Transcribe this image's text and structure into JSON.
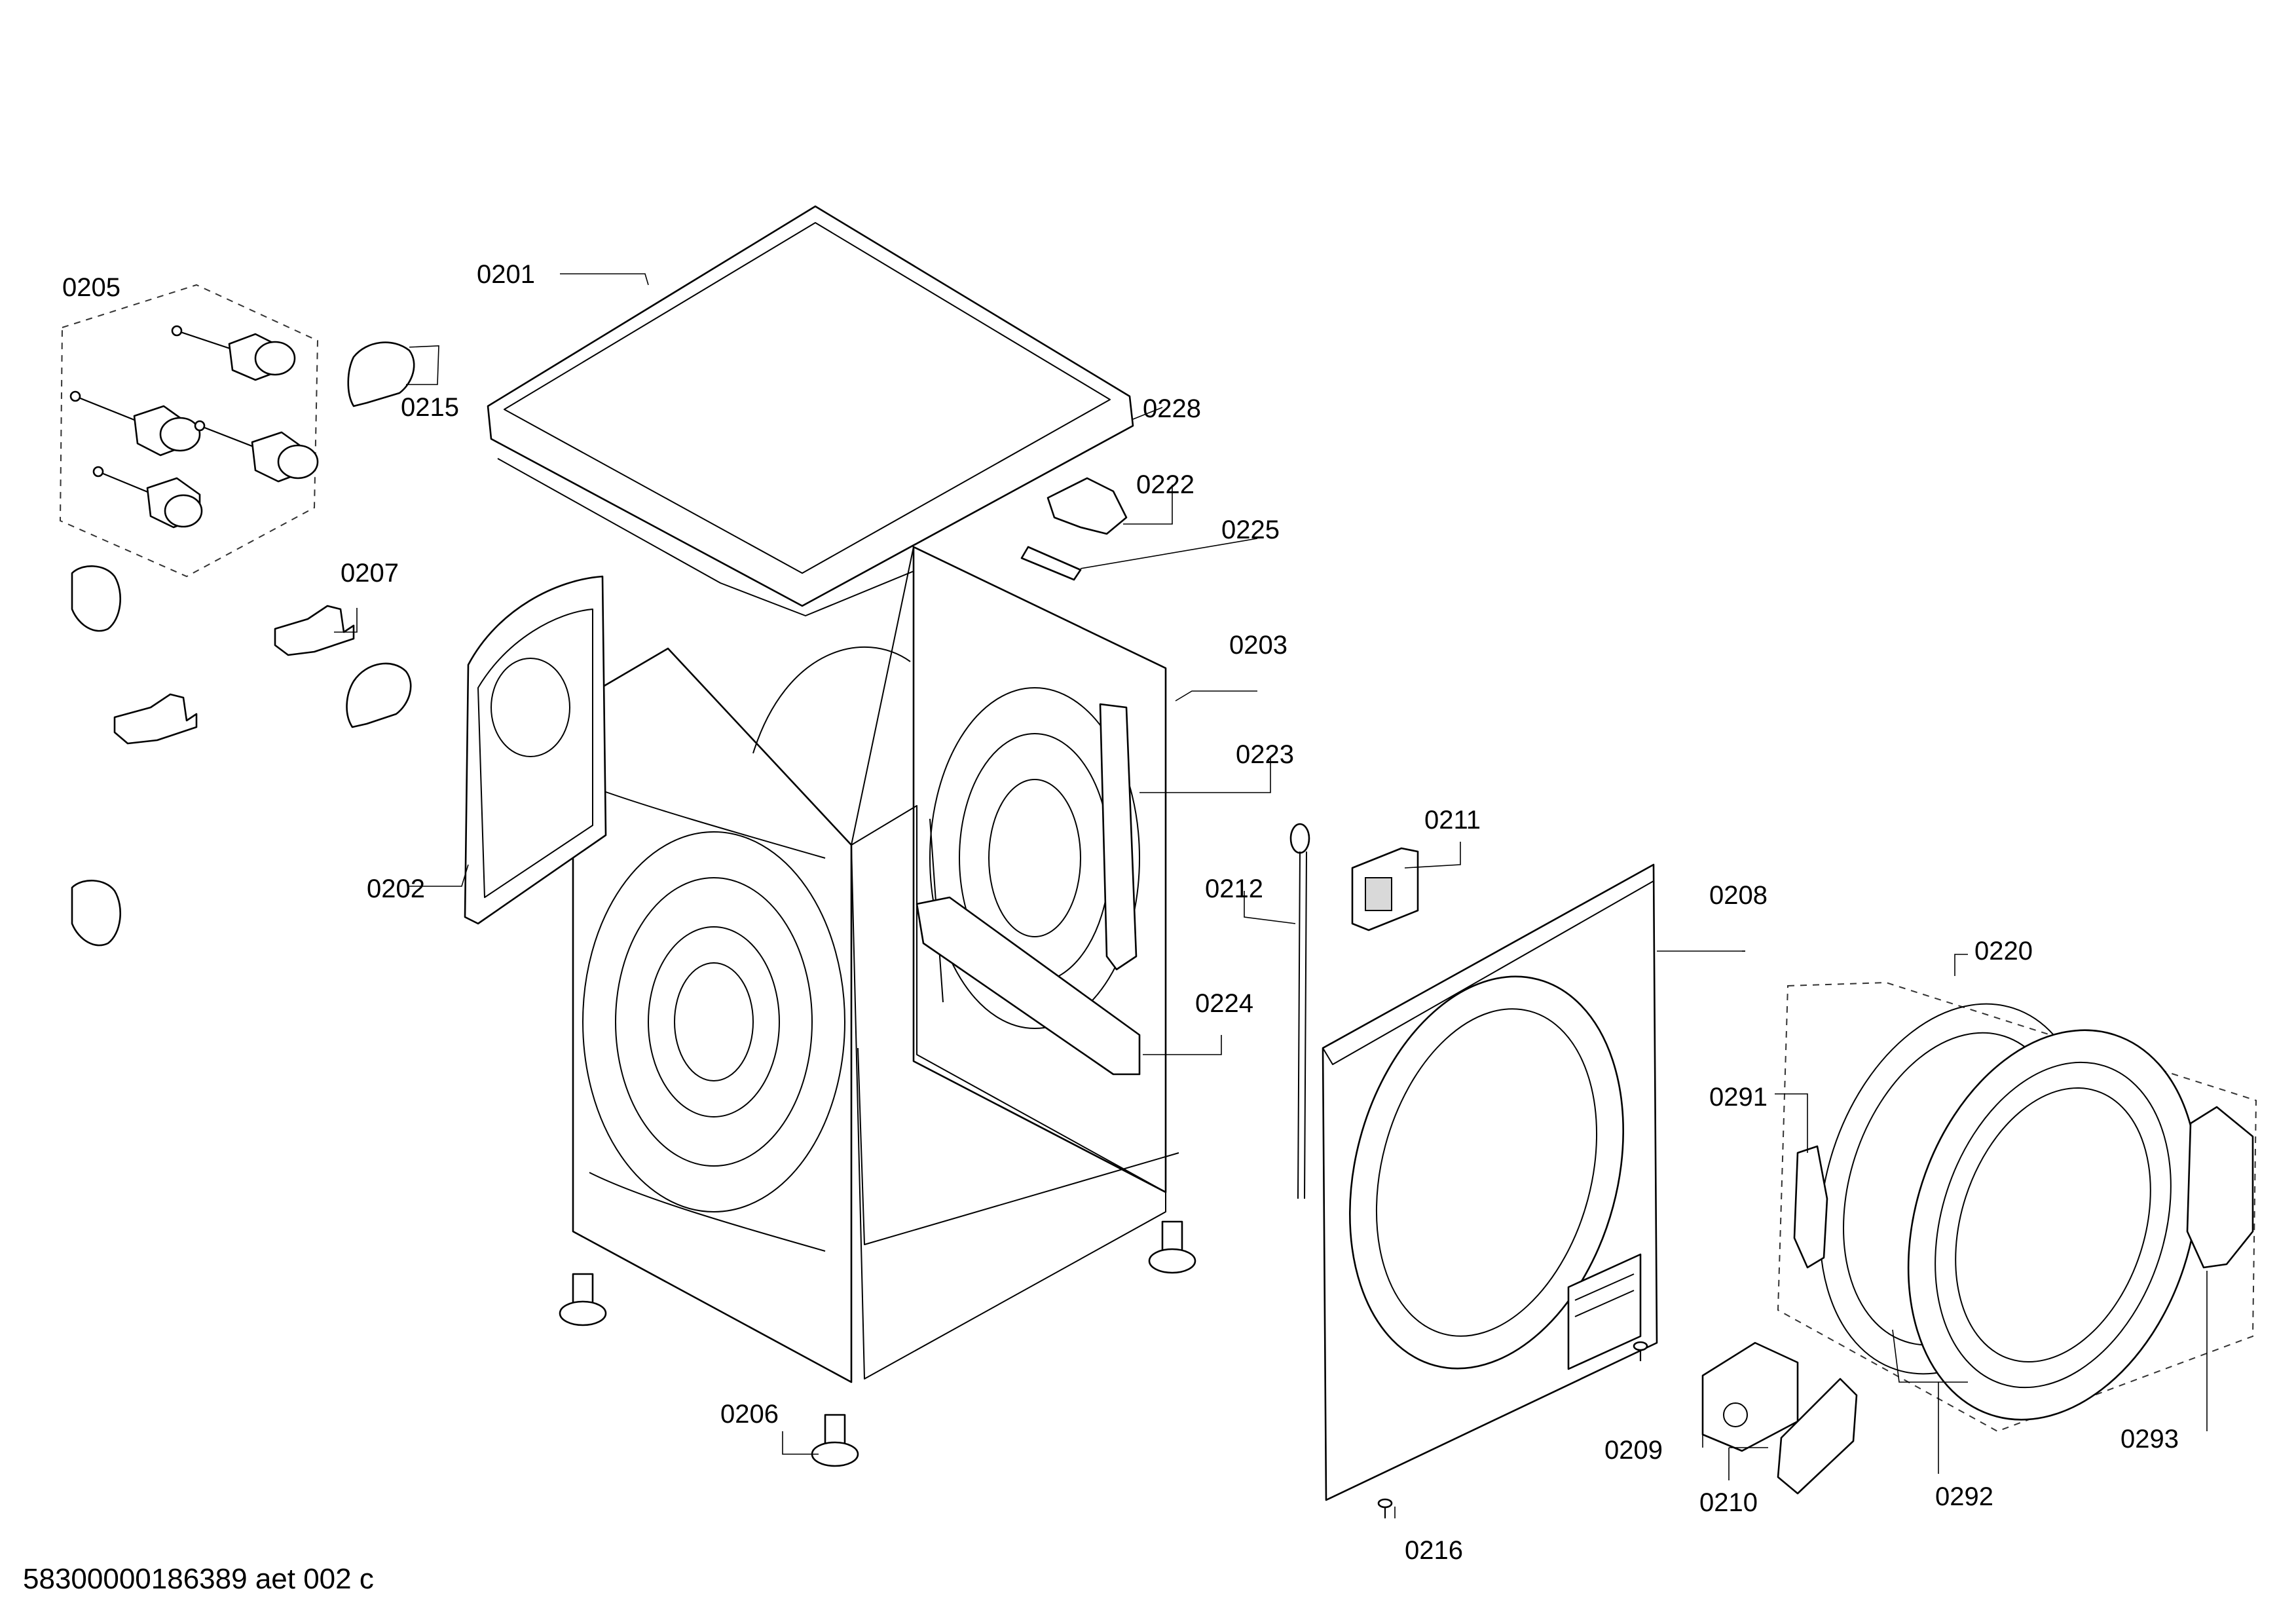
{
  "labels": {
    "p0201": "0201",
    "p0202": "0202",
    "p0203": "0203",
    "p0205": "0205",
    "p0206": "0206",
    "p0207": "0207",
    "p0208": "0208",
    "p0209": "0209",
    "p0210": "0210",
    "p0211": "0211",
    "p0212": "0212",
    "p0215": "0215",
    "p0216": "0216",
    "p0220": "0220",
    "p0222": "0222",
    "p0223": "0223",
    "p0224": "0224",
    "p0225": "0225",
    "p0228": "0228",
    "p0291": "0291",
    "p0292": "0292",
    "p0293": "0293"
  },
  "footer": {
    "code": "58300000186389 aet 002 c"
  }
}
